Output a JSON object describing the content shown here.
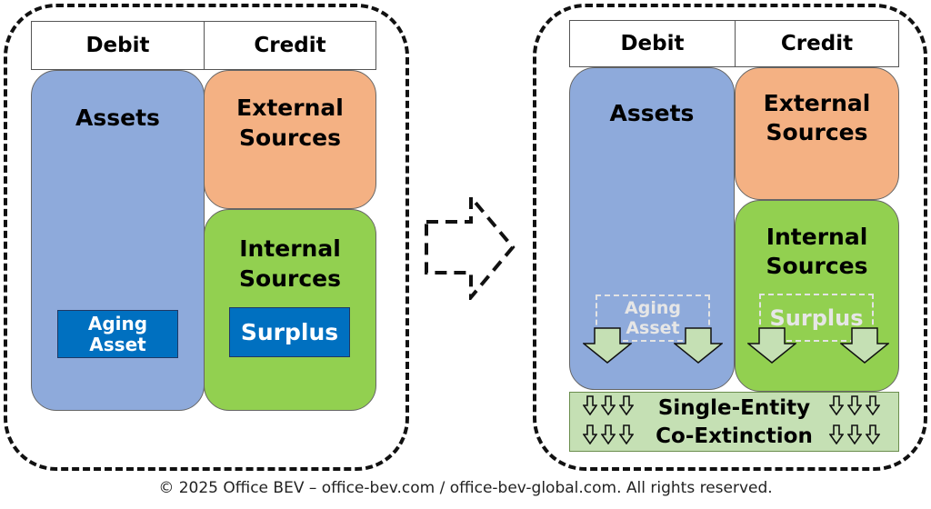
{
  "before": {
    "header_debit": "Debit",
    "header_credit": "Credit",
    "assets_label": "Assets",
    "external_line1": "External",
    "external_line2": "Sources",
    "internal_line1": "Internal",
    "internal_line2": "Sources",
    "aging_line1": "Aging",
    "aging_line2": "Asset",
    "surplus_label": "Surplus"
  },
  "after": {
    "header_debit": "Debit",
    "header_credit": "Credit",
    "assets_label": "Assets",
    "external_line1": "External",
    "external_line2": "Sources",
    "internal_line1": "Internal",
    "internal_line2": "Sources",
    "aging_line1": "Aging",
    "aging_line2": "Asset",
    "surplus_label": "Surplus",
    "bar_line1": "Single-Entity",
    "bar_line2": "Co-Extinction"
  },
  "footer": "© 2025 Office BEV – office-bev.com / office-bev-global.com. All rights reserved.",
  "colors": {
    "assets": "#8eaadb",
    "external": "#f4b183",
    "internal": "#92d050",
    "tag": "#0070c0",
    "bar": "#c5e0b4"
  },
  "icons": [
    "transition-arrow-icon",
    "down-arrow-icon",
    "small-down-arrow-icon"
  ]
}
